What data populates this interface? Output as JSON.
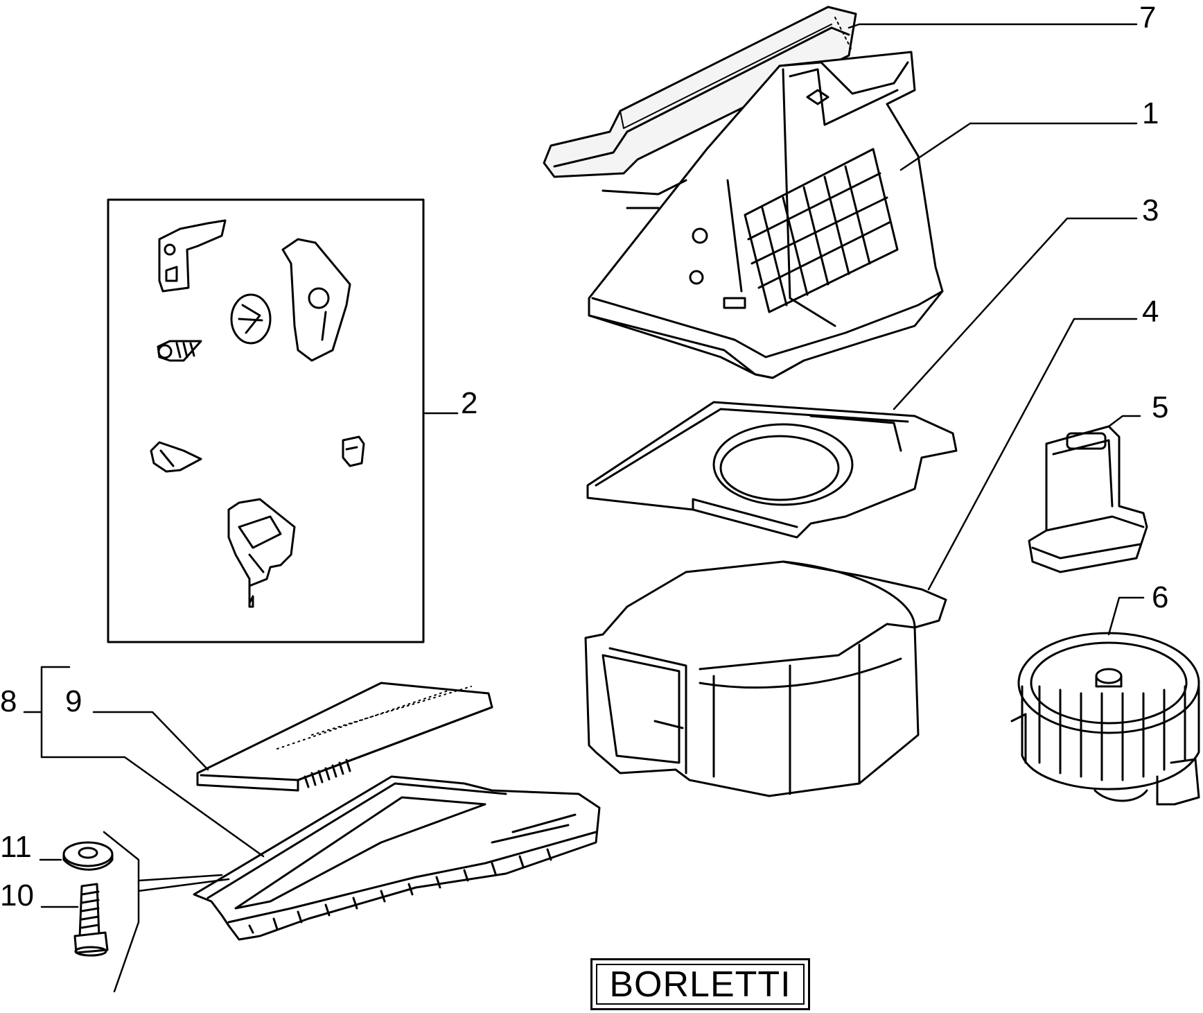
{
  "callouts": [
    {
      "id": "7",
      "label": "7"
    },
    {
      "id": "1",
      "label": "1"
    },
    {
      "id": "3",
      "label": "3"
    },
    {
      "id": "4",
      "label": "4"
    },
    {
      "id": "2",
      "label": "2"
    },
    {
      "id": "5",
      "label": "5"
    },
    {
      "id": "6",
      "label": "6"
    },
    {
      "id": "8",
      "label": "8"
    },
    {
      "id": "9",
      "label": "9"
    },
    {
      "id": "11",
      "label": "11"
    },
    {
      "id": "10",
      "label": "10"
    }
  ],
  "brand": {
    "label": "BORLETTI"
  }
}
